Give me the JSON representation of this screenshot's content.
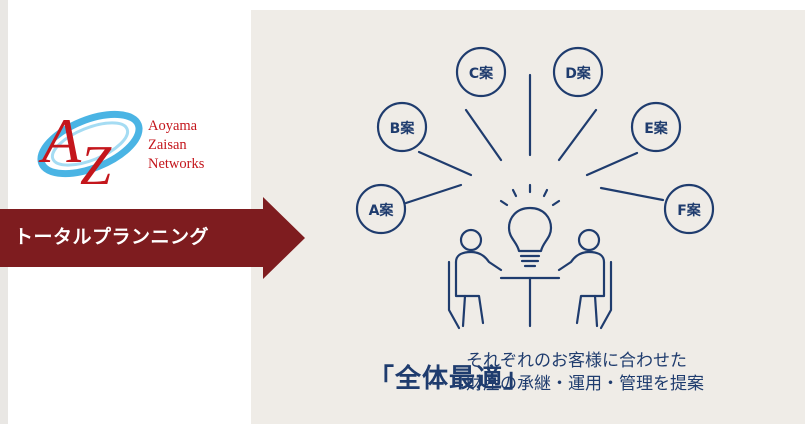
{
  "logo": {
    "mark_letters": "AZ",
    "name_lines": [
      "Aoyama",
      "Zaisan",
      "Networks"
    ]
  },
  "arrow": {
    "label": "トータルプランニング"
  },
  "options": [
    "A案",
    "B案",
    "C案",
    "D案",
    "E案",
    "F案"
  ],
  "headline": {
    "open_bracket": "「",
    "text": "全体最適",
    "close_bracket": "」"
  },
  "description": {
    "line1": "それぞれのお客様に合わせた",
    "line2": "財産の承継・運用・管理を提案"
  },
  "colors": {
    "navy": "#1f3c6e",
    "arrow_red": "#7e1c1f",
    "logo_red": "#c4161c",
    "logo_blue": "#2aa7df",
    "panel_bg": "#efece7"
  }
}
